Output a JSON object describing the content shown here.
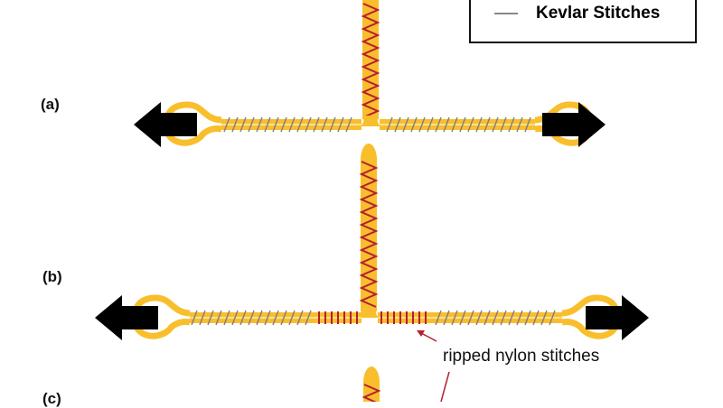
{
  "legend": {
    "kevlar_label": "Kevlar Stitches"
  },
  "panels": [
    {
      "label": "(a)"
    },
    {
      "label": "(b)"
    },
    {
      "label": "(c)"
    }
  ],
  "annotation": "ripped nylon stitches",
  "colors": {
    "strap": "#F9BE2C",
    "nylon": "#B4202E",
    "kevlar": "#808080",
    "arrow": "#000000"
  }
}
